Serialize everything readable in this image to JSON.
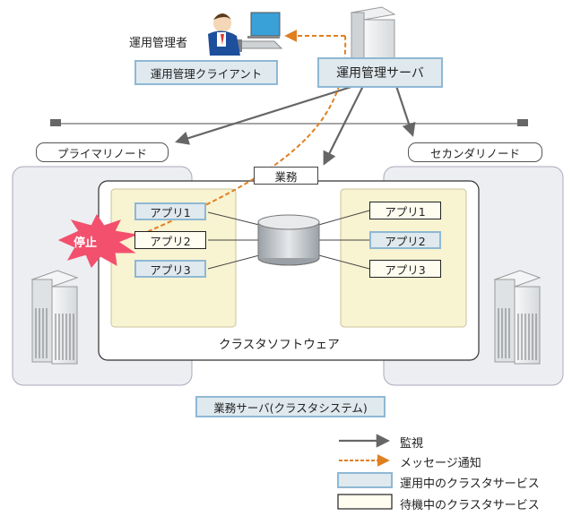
{
  "operator": {
    "label": "運用管理者"
  },
  "client": {
    "label": "運用管理クライアント"
  },
  "server": {
    "label": "運用管理サーバ"
  },
  "primary_node": {
    "label": "プライマリノード"
  },
  "secondary_node": {
    "label": "セカンダリノード"
  },
  "business": {
    "label": "業務"
  },
  "cluster_software": {
    "label": "クラスタソフトウェア"
  },
  "business_server": {
    "label": "業務サーバ(クラスタシステム)"
  },
  "stop_badge": {
    "label": "停止"
  },
  "primary_apps": [
    {
      "label": "アプリ1",
      "state": "running"
    },
    {
      "label": "アプリ2",
      "state": "standby"
    },
    {
      "label": "アプリ3",
      "state": "running"
    }
  ],
  "secondary_apps": [
    {
      "label": "アプリ1",
      "state": "standby"
    },
    {
      "label": "アプリ2",
      "state": "running"
    },
    {
      "label": "アプリ3",
      "state": "standby"
    }
  ],
  "legend": {
    "monitor": "監視",
    "message": "メッセージ通知",
    "running": "運用中のクラスタサービス",
    "standby": "待機中のクラスタサービス"
  },
  "colors": {
    "running_fill": "#dfe9ee",
    "running_border": "#8fb8d4",
    "standby_fill": "#fffdf0",
    "cluster_fill": "#f8f3d0",
    "node_fill": "#eceef1",
    "monitor_arrow": "#666666",
    "message_arrow": "#e07f20",
    "stop_burst": "#f3506e"
  }
}
